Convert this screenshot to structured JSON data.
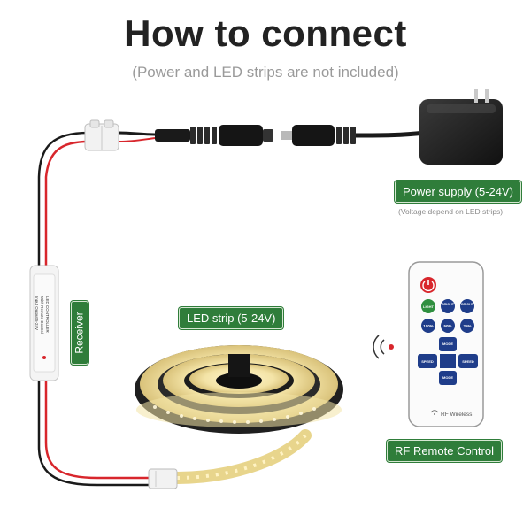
{
  "header": {
    "title": "How to connect",
    "subtitle": "(Power and LED strips are not included)"
  },
  "labels": {
    "power_supply": "Power supply (5-24V)",
    "voltage_note": "(Voltage depend on LED strips)",
    "receiver": "Receiver",
    "led_strip": "LED strip (5-24V)",
    "rf_remote": "RF Remote Control"
  },
  "receiver_device": {
    "line1": "LED CONTROLLER",
    "line2": "With Remote Control",
    "line3": "Input Output:5-24V"
  },
  "remote": {
    "buttons": {
      "on": "ON",
      "light_up": "LIGHT",
      "bright_up": "BRIGHT",
      "bright_down": "BRIGHT",
      "p100": "100%",
      "p50": "50%",
      "p25": "25%",
      "mode_up": "MODE",
      "speed_left": "SPEED",
      "speed_right": "SPEED",
      "mode_down": "MODE"
    },
    "brand": "RF Wireless"
  },
  "colors": {
    "tag_green": "#2f7d3a",
    "title": "#222222",
    "wire_red": "#d8262c",
    "wire_black": "#1a1a1a",
    "led_warm": "#f3e3a6"
  }
}
